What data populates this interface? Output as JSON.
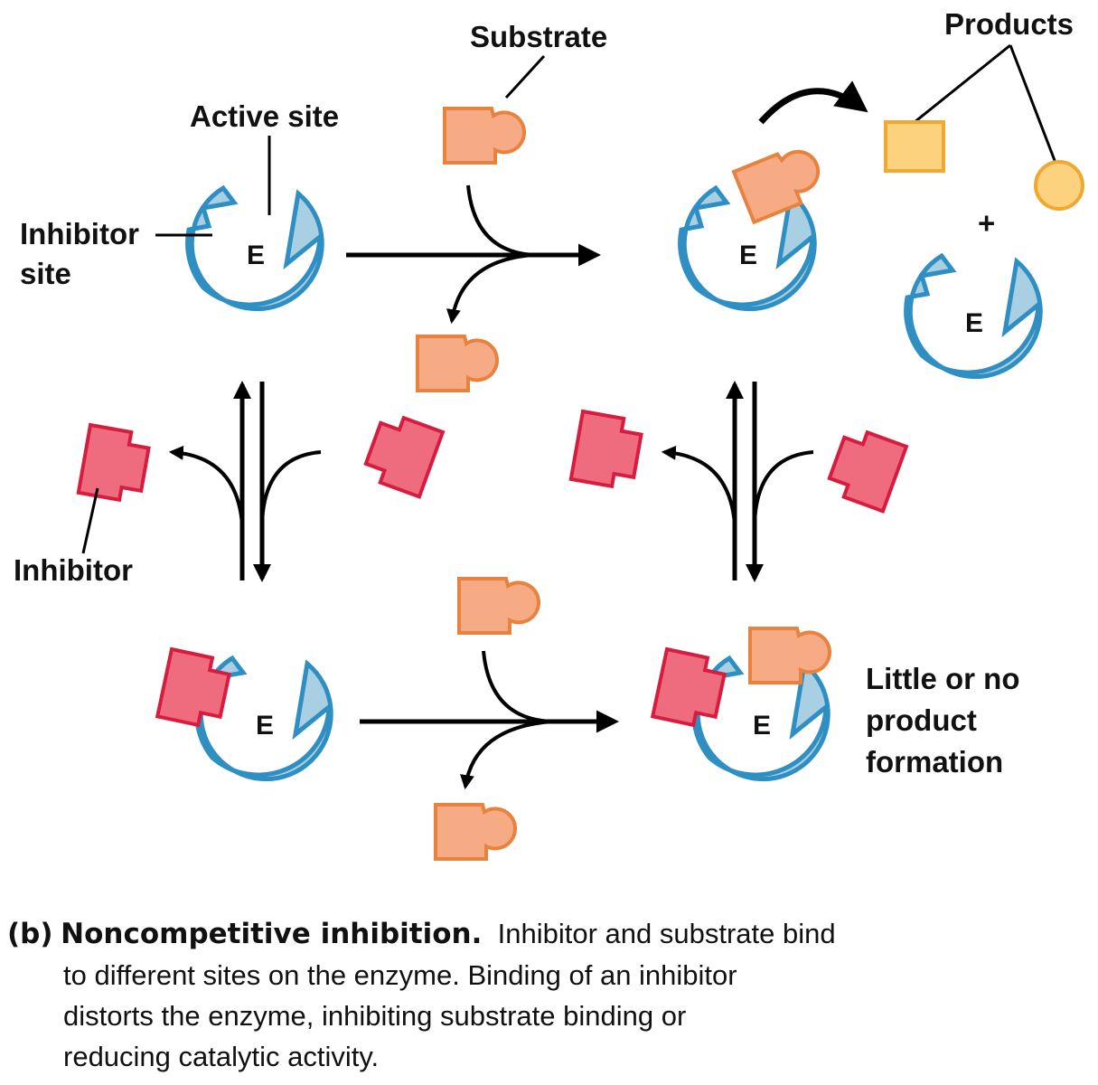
{
  "labels": {
    "substrate": "Substrate",
    "products": "Products",
    "active_site": "Active site",
    "inhibitor_site_line1": "Inhibitor",
    "inhibitor_site_line2": "site",
    "inhibitor": "Inhibitor",
    "plus": "+",
    "enzyme": "E",
    "result_line1": "Little or no",
    "result_line2": "product",
    "result_line3": "formation"
  },
  "caption": {
    "tag": "(b)",
    "title": "Noncompetitive inhibition.",
    "line1_rest": "Inhibitor and substrate bind",
    "line2": "to different sites on the enzyme. Binding of an inhibitor",
    "line3": "distorts the enzyme, inhibiting substrate binding or",
    "line4": "reducing catalytic activity."
  },
  "colors": {
    "enzyme_fill": "#a9cfe3",
    "enzyme_edge": "#2f8fc2",
    "substrate_fill": "#f7ab84",
    "substrate_edge": "#e8823f",
    "product_fill": "#fcd27f",
    "product_edge": "#f0a830",
    "inhibitor_fill": "#ee6c7d",
    "inhibitor_edge": "#d61d3f"
  }
}
